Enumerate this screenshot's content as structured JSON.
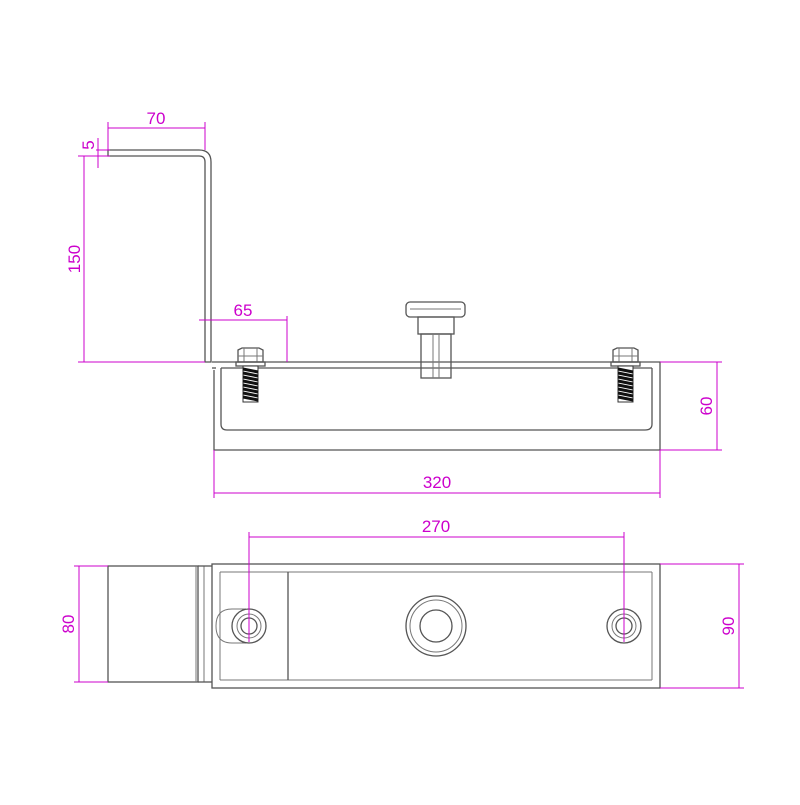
{
  "colors": {
    "dimension": "#cc00cc",
    "outline": "#555555",
    "background": "#ffffff"
  },
  "dimensions": {
    "top_flange_width": "70",
    "sheet_thickness": "5",
    "bracket_height": "150",
    "bolt_offset": "65",
    "channel_height": "60",
    "overall_length": "320",
    "bolt_spacing": "270",
    "bracket_width": "80",
    "channel_width": "90"
  }
}
